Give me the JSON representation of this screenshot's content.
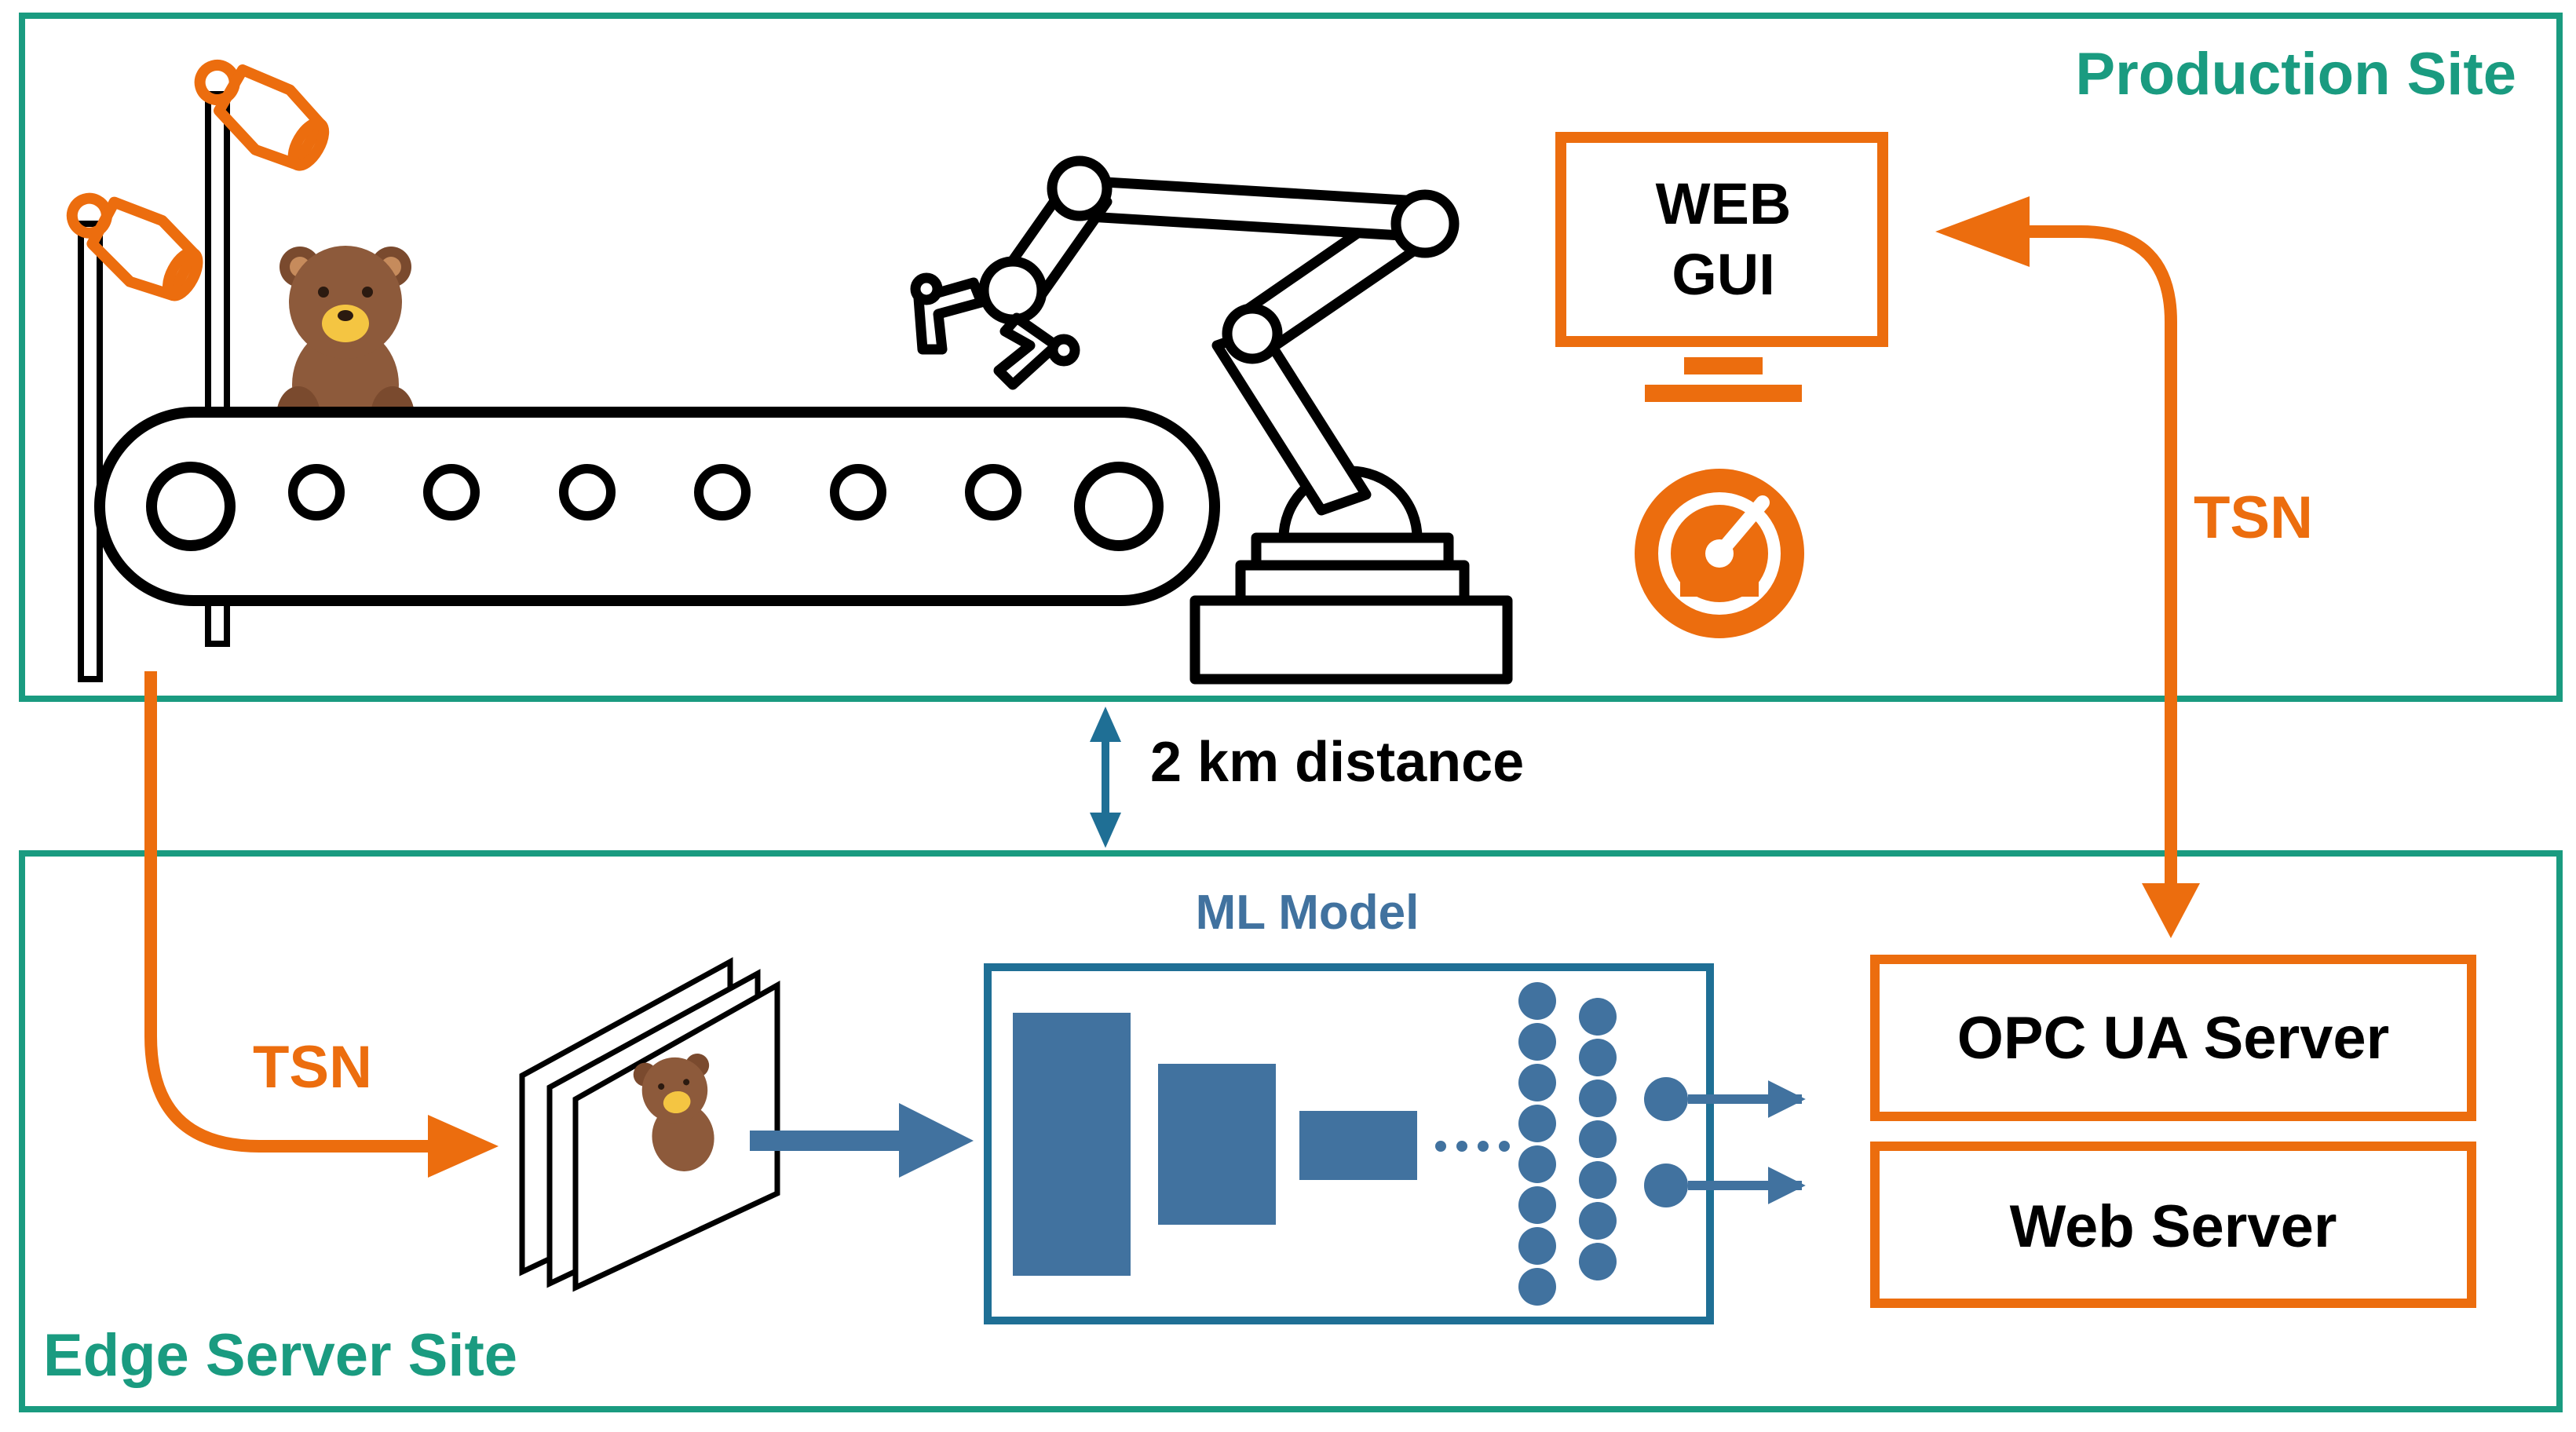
{
  "production_site": {
    "label": "Production Site"
  },
  "edge_site": {
    "label": "Edge Server Site"
  },
  "web_gui": {
    "line1": "WEB",
    "line2": "GUI"
  },
  "tsn_top": {
    "label": "TSN"
  },
  "tsn_left": {
    "label": "TSN"
  },
  "distance": {
    "label": "2 km distance"
  },
  "ml_model": {
    "label": "ML Model"
  },
  "servers": {
    "opc_ua": "OPC UA Server",
    "web": "Web Server"
  },
  "colors": {
    "teal": "#1a9b80",
    "orange": "#ec6d0e",
    "blue": "#41729f",
    "black": "#000000",
    "bear": "#8d5a3b"
  },
  "icons": [
    "camera-icon",
    "teddy-bear-icon",
    "conveyor-belt-icon",
    "robot-arm-icon",
    "monitor-icon",
    "gauge-icon",
    "image-stack-icon",
    "neural-network-icon"
  ]
}
